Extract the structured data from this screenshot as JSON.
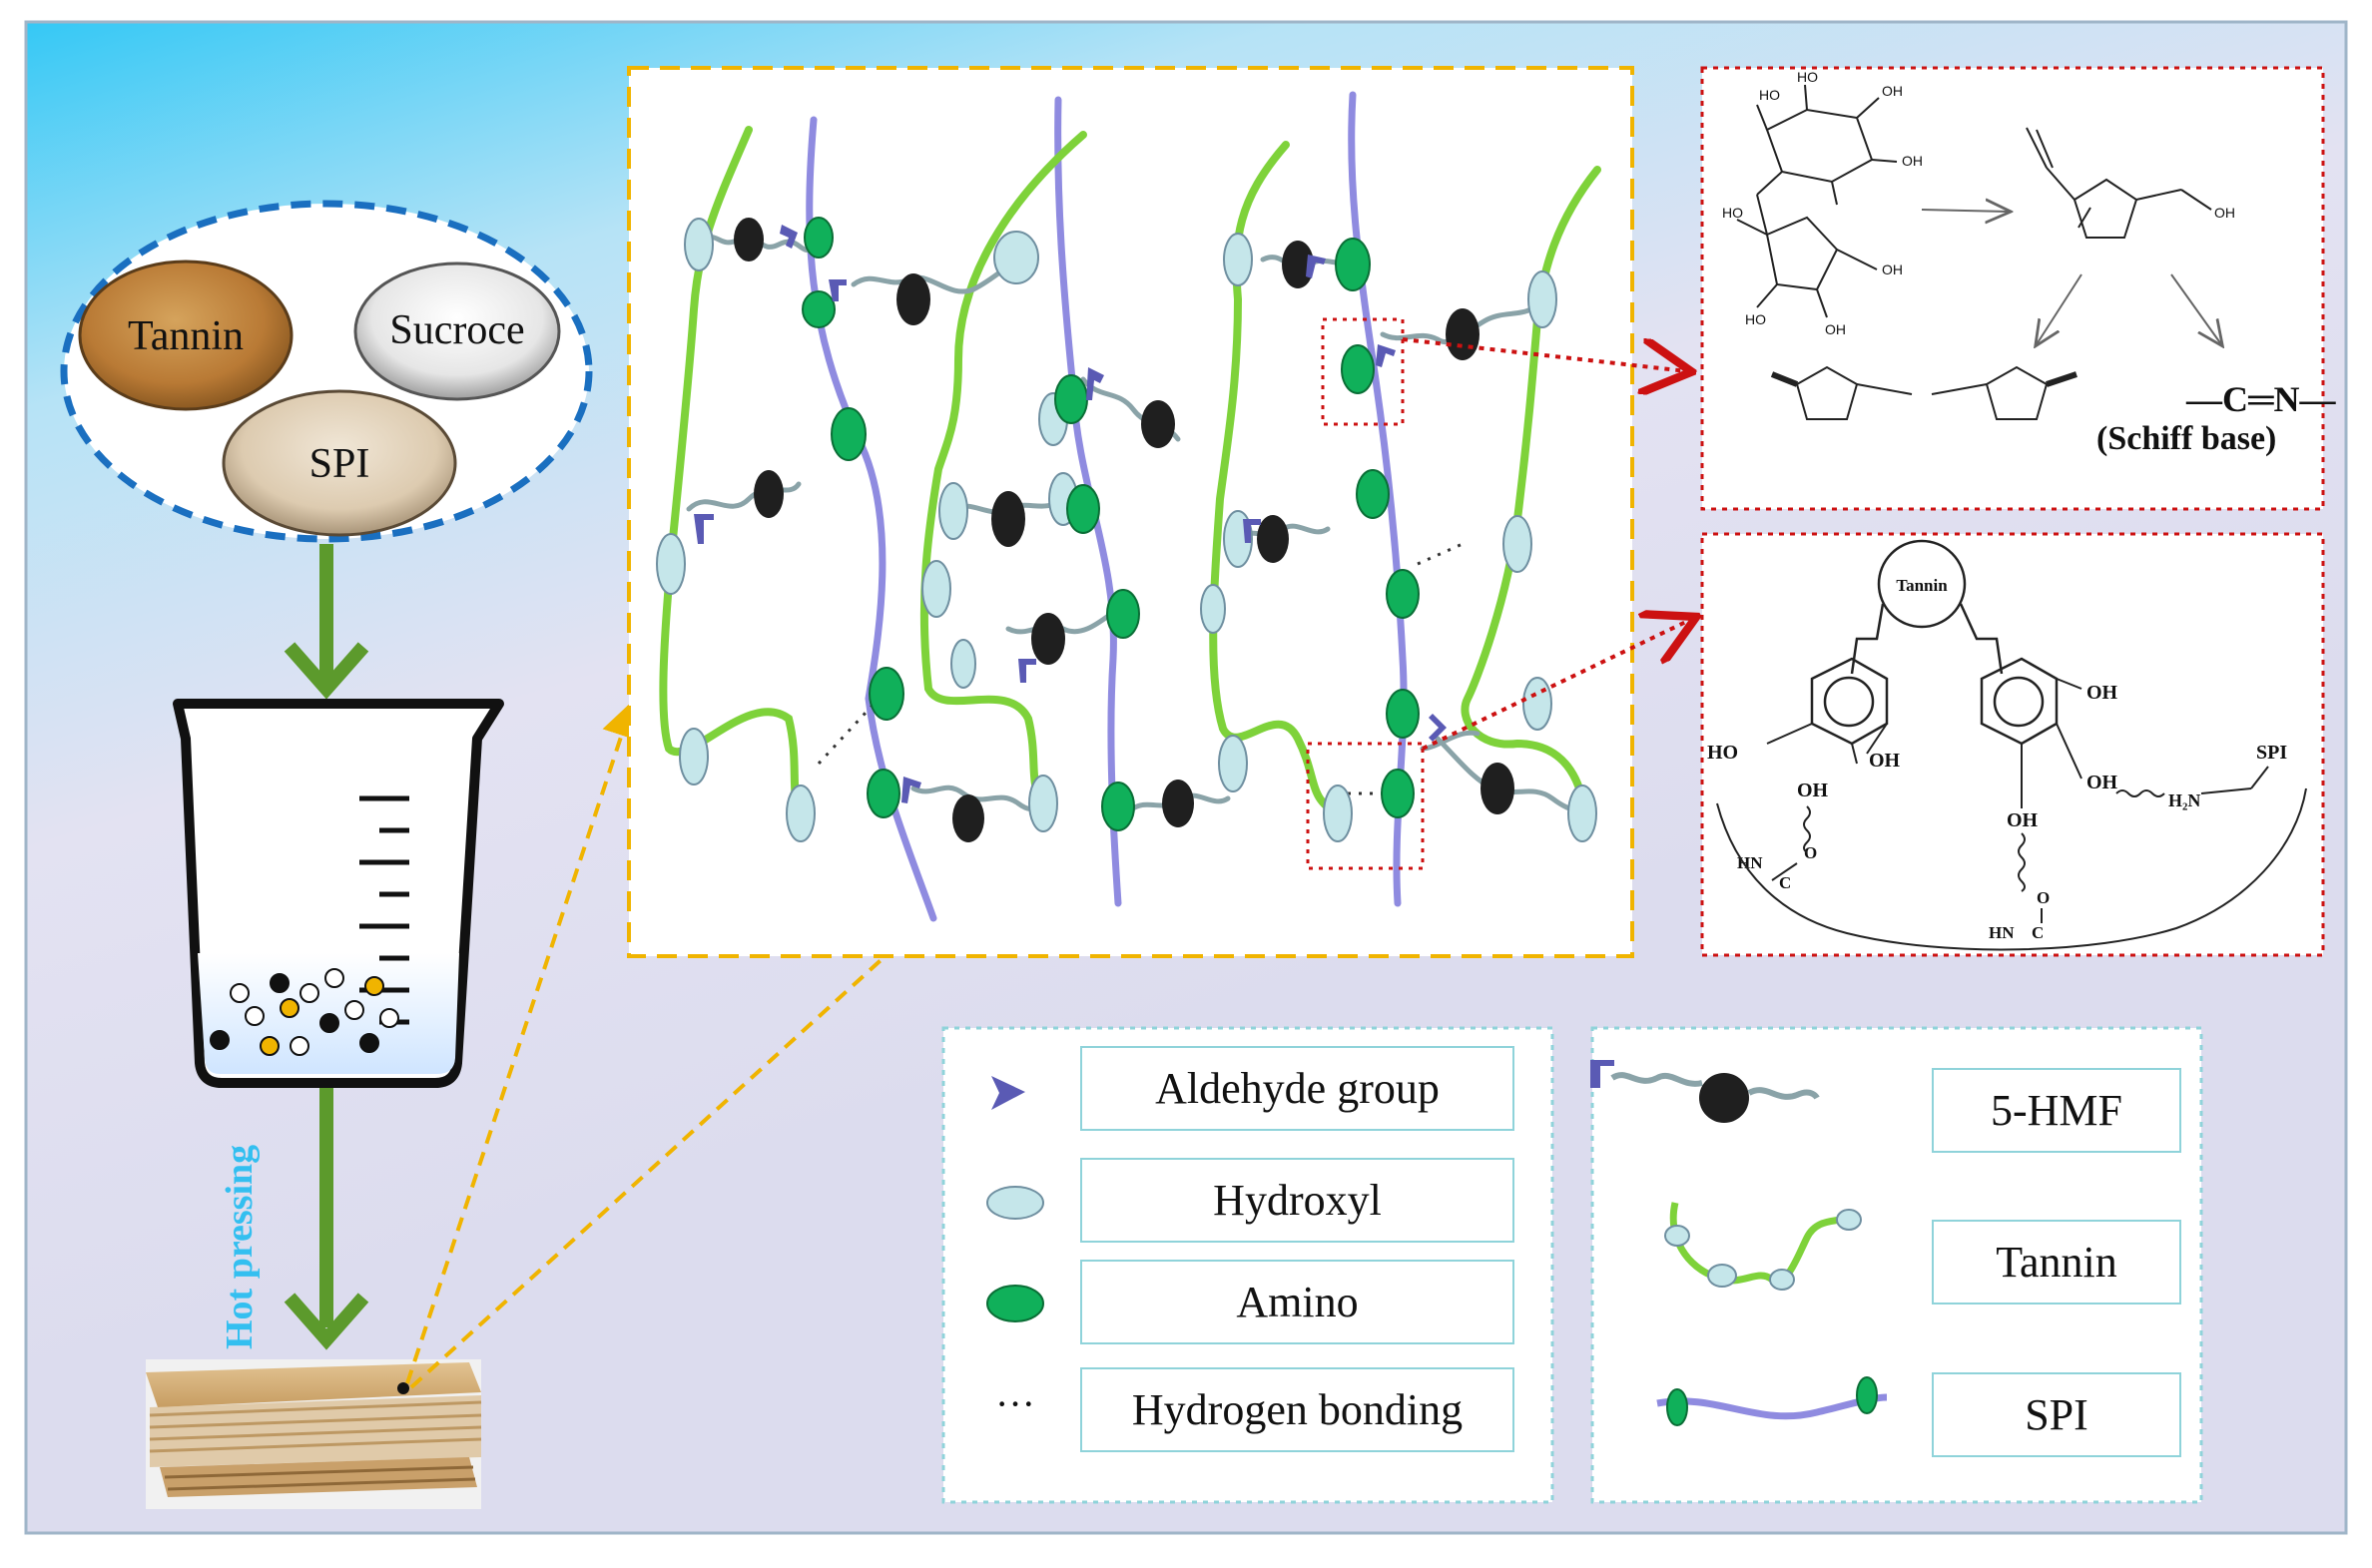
{
  "ingredients": {
    "tannin": "Tannin",
    "sucrose": "Sucroce",
    "spi": "SPI"
  },
  "process": {
    "hot_pressing": "Hot pressing"
  },
  "chemistry": {
    "ho": "HO",
    "oh": "OH",
    "schiff_bond": "—C═N—",
    "schiff_label": "(Schiff base)",
    "tannin_node": "Tannin",
    "spi": "SPI",
    "hn": "HN",
    "c": "C",
    "o": "O",
    "h2n": "H₂N"
  },
  "legend_left": [
    {
      "symbol": "aldehyde-icon",
      "label": "Aldehyde group"
    },
    {
      "symbol": "hydroxyl-icon",
      "label": "Hydroxyl"
    },
    {
      "symbol": "amino-icon",
      "label": "Amino"
    },
    {
      "symbol": "dots-icon",
      "label": "Hydrogen bonding"
    }
  ],
  "legend_right": [
    {
      "symbol": "hmf-icon",
      "label": "5-HMF"
    },
    {
      "symbol": "tannin-chain-icon",
      "label": "Tannin"
    },
    {
      "symbol": "spi-chain-icon",
      "label": "SPI"
    }
  ],
  "colors": {
    "background_top": "#33c9f6",
    "background_bottom": "#dcdcf0",
    "tannin_chain": "#7ed23a",
    "spi_chain": "#8f8be0",
    "amino": "#10b05a",
    "hydroxyl": "#c5e6ea",
    "aldehyde": "#5a5ab4",
    "hmf_ball": "#1f1f1f",
    "dashed_orange": "#f0b400",
    "dashed_red": "#cc1111",
    "arrow_green": "#5c9a2c",
    "dashed_blue": "#1a6fc0"
  }
}
